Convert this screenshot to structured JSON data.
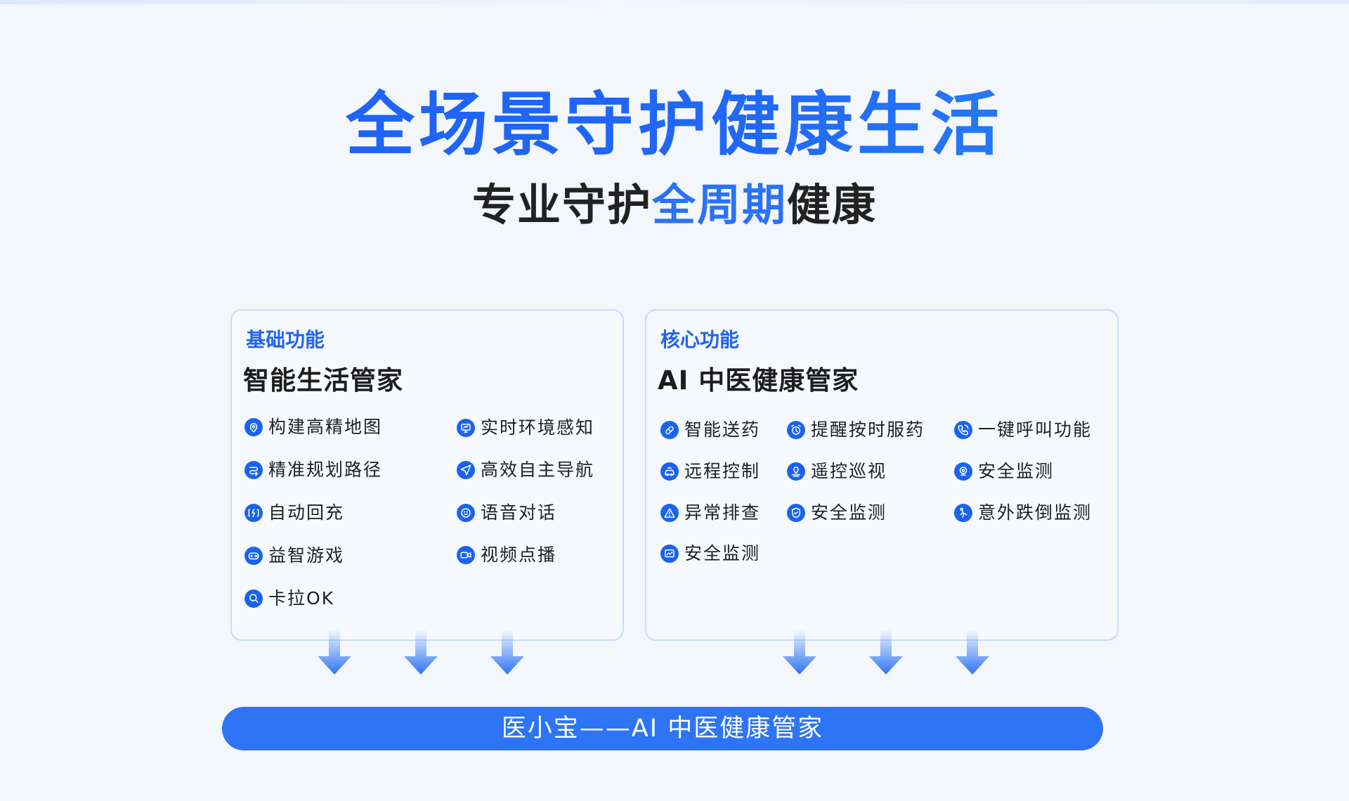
{
  "headline": {
    "title": "全场景守护健康生活",
    "subtitle_pre": "专业守护",
    "subtitle_highlight": "全周期",
    "subtitle_post": "健康"
  },
  "basic_card": {
    "tag": "基础功能",
    "title": "智能生活管家",
    "items": [
      {
        "label": "构建高精地图",
        "icon": "map-pin-icon"
      },
      {
        "label": "实时环境感知",
        "icon": "monitor-icon"
      },
      {
        "label": "精准规划路径",
        "icon": "route-icon"
      },
      {
        "label": "高效自主导航",
        "icon": "navigation-icon"
      },
      {
        "label": "自动回充",
        "icon": "charging-icon"
      },
      {
        "label": "语音对话",
        "icon": "smile-chat-icon"
      },
      {
        "label": "益智游戏",
        "icon": "gamepad-icon"
      },
      {
        "label": "视频点播",
        "icon": "video-icon"
      },
      {
        "label": "卡拉OK",
        "icon": "microphone-icon"
      }
    ]
  },
  "core_card": {
    "tag": "核心功能",
    "title": "AI 中医健康管家",
    "items": [
      {
        "label": "智能送药",
        "icon": "pill-icon"
      },
      {
        "label": "提醒按时服药",
        "icon": "alarm-clock-icon"
      },
      {
        "label": "一键呼叫功能",
        "icon": "phone-call-icon"
      },
      {
        "label": "远程控制",
        "icon": "remote-car-icon"
      },
      {
        "label": "遥控巡视",
        "icon": "patrol-icon"
      },
      {
        "label": "安全监测",
        "icon": "camera-watch-icon"
      },
      {
        "label": "异常排查",
        "icon": "warning-icon"
      },
      {
        "label": "安全监测",
        "icon": "shield-check-icon"
      },
      {
        "label": "意外跌倒监测",
        "icon": "fall-person-icon"
      },
      {
        "label": "安全监测",
        "icon": "chart-monitor-icon"
      }
    ]
  },
  "banner": {
    "text": "医小宝——AI 中医健康管家"
  },
  "colors": {
    "brand_blue": "#1f63f0",
    "highlight_blue": "#2a72f6",
    "banner_blue": "#2d74f6",
    "card_border": "#c9dbfb",
    "background": "#f3f6fb"
  }
}
